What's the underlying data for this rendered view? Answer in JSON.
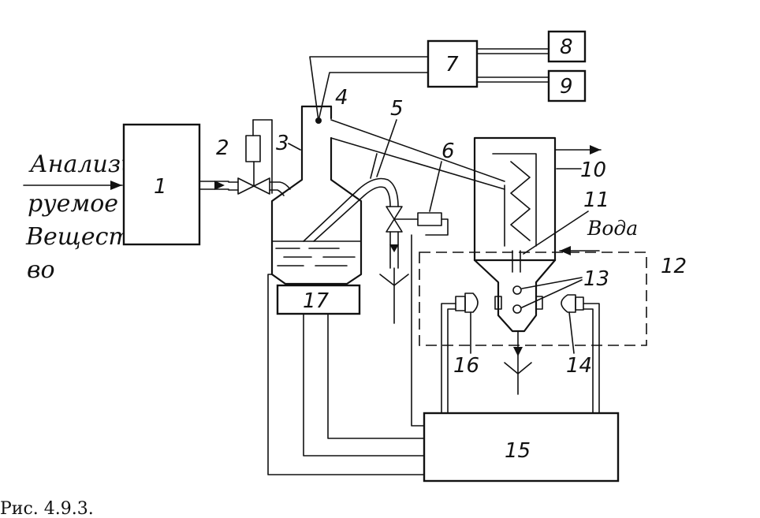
{
  "input_label": [
    "Анализи",
    "руемое",
    "Вещест-",
    "во"
  ],
  "water_label": "Вода",
  "numbers": {
    "n1": "1",
    "n2": "2",
    "n3": "3",
    "n4": "4",
    "n5": "5",
    "n6": "6",
    "n7": "7",
    "n8": "8",
    "n9": "9",
    "n10": "10",
    "n11": "11",
    "n12": "12",
    "n13": "13",
    "n14": "14",
    "n15": "15",
    "n16": "16",
    "n17": "17"
  },
  "caption": "Рис. 4.9.3."
}
